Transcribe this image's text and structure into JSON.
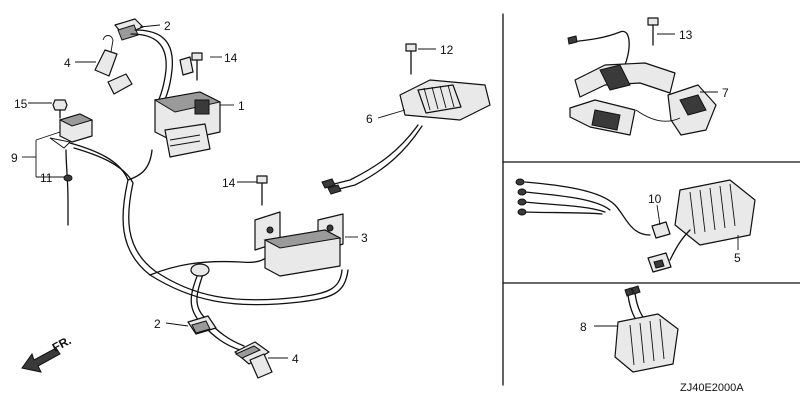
{
  "callouts": {
    "c1": "1",
    "c2a": "2",
    "c2b": "2",
    "c3": "3",
    "c4a": "4",
    "c4b": "4",
    "c5": "5",
    "c6": "6",
    "c7": "7",
    "c8": "8",
    "c9": "9",
    "c10": "10",
    "c11": "11",
    "c12": "12",
    "c13": "13",
    "c14a": "14",
    "c14b": "14",
    "c15": "15"
  },
  "front_marker": "FR.",
  "diagram_code": "ZJ40E2000A"
}
